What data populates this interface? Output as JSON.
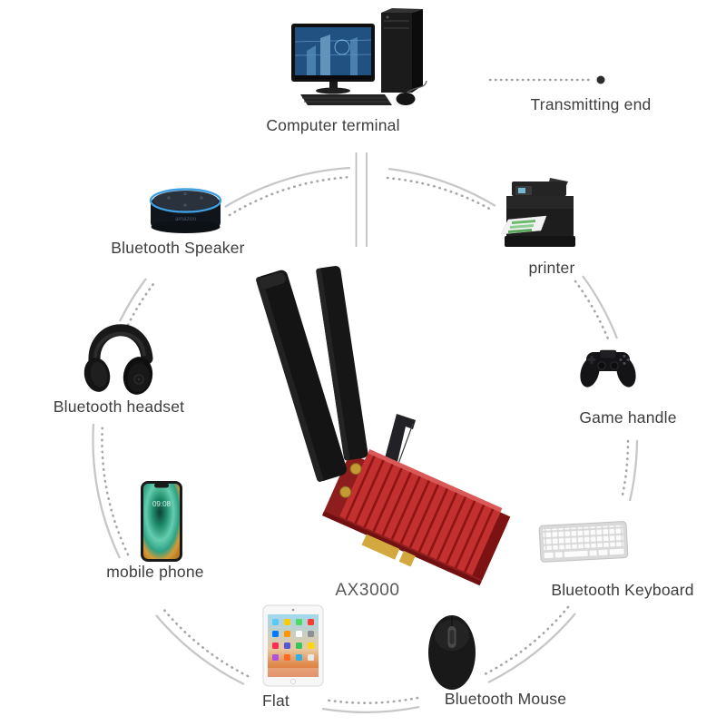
{
  "labels": {
    "computer_terminal": "Computer terminal",
    "transmitting_end": "Transmitting end",
    "bluetooth_speaker": "Bluetooth Speaker",
    "printer": "printer",
    "game_handle": "Game handle",
    "bluetooth_keyboard": "Bluetooth Keyboard",
    "bluetooth_mouse": "Bluetooth Mouse",
    "flat": "Flat",
    "mobile_phone": "mobile phone",
    "bluetooth_headset": "Bluetooth headset",
    "product_model": "AX3000",
    "speaker_brand": "amazon",
    "phone_time": "09:08"
  },
  "icons": {
    "computer_terminal": "desktop-computer-icon",
    "transmitting_end": "signal-end-dot-icon",
    "bluetooth_speaker": "smart-speaker-icon",
    "printer": "printer-icon",
    "game_handle": "gamepad-icon",
    "bluetooth_keyboard": "keyboard-icon",
    "bluetooth_mouse": "mouse-icon",
    "flat": "tablet-icon",
    "mobile_phone": "smartphone-icon",
    "bluetooth_headset": "headphones-icon",
    "center_product": "wifi-pcie-adapter-icon"
  },
  "colors": {
    "background": "#ffffff",
    "label_text": "#3d3d3d",
    "arc_solid": "#c7c7c7",
    "arc_dotted": "#a6a6a6",
    "antenna_black": "#141414",
    "heatsink_red": "#c23030",
    "pcb_red": "#8e1d1d",
    "connector_gold": "#d3a93f",
    "speaker_ring_blue": "#3f9fe0",
    "monitor_screen_blue": "#205181"
  }
}
